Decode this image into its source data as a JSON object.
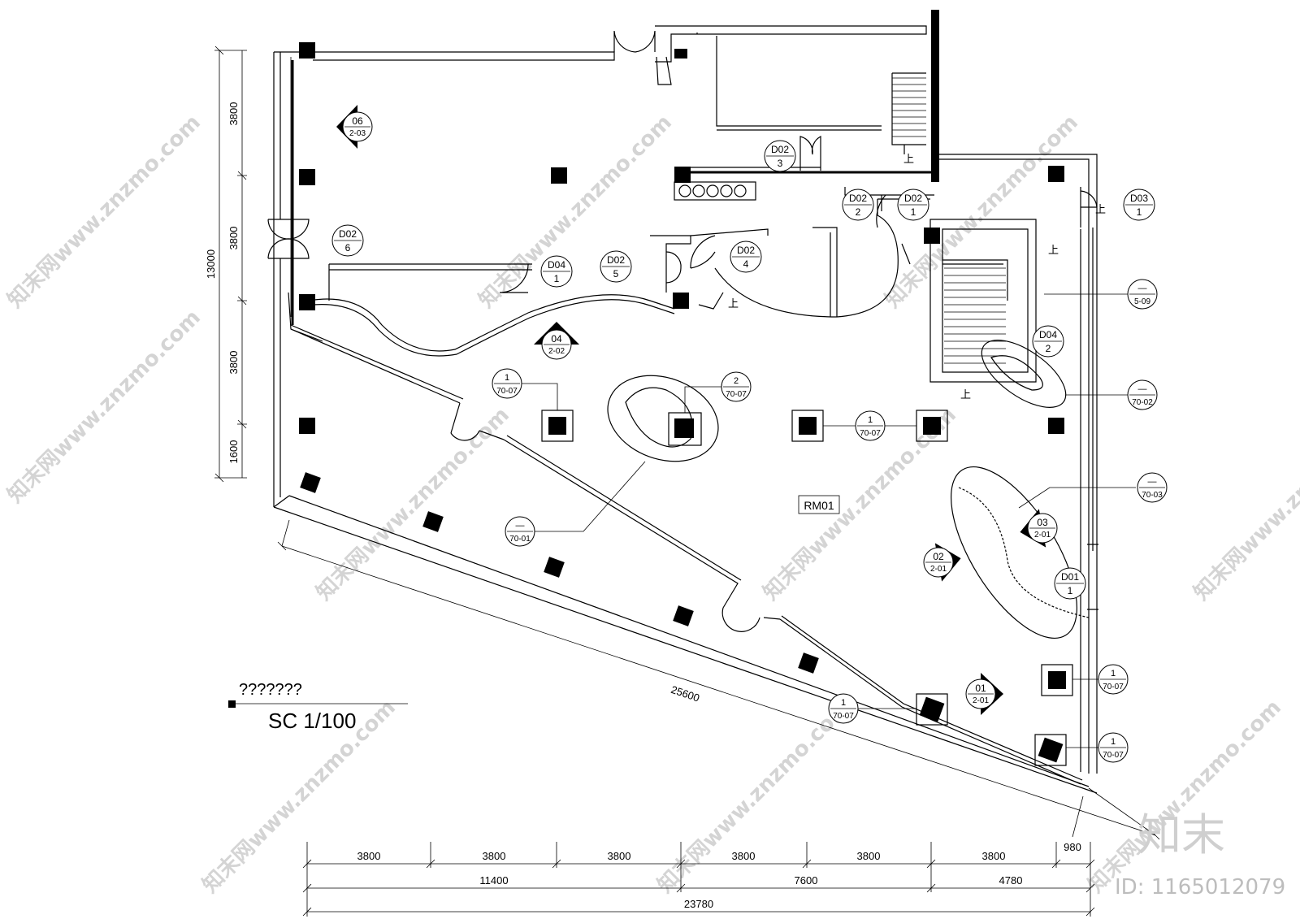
{
  "title_block": {
    "title": "???????",
    "scale": "SC 1/100"
  },
  "room_label": "RM01",
  "dimensions": {
    "left_total": "13000",
    "left_segments": [
      "3800",
      "3800",
      "3800",
      "1600"
    ],
    "bottom_row1": [
      "3800",
      "3800",
      "3800",
      "3800",
      "3800",
      "3800",
      "980"
    ],
    "bottom_row2": [
      "11400",
      "7600",
      "4780"
    ],
    "bottom_total": "23780",
    "diagonal": "25600"
  },
  "elevation_markers": [
    {
      "top": "06",
      "bottom": "2-03"
    },
    {
      "top": "04",
      "bottom": "2-02"
    },
    {
      "top": "03",
      "bottom": "2-01"
    },
    {
      "top": "02",
      "bottom": "2-01"
    },
    {
      "top": "01",
      "bottom": "2-01"
    }
  ],
  "door_tags": [
    {
      "top": "D02",
      "bottom": "3"
    },
    {
      "top": "D02",
      "bottom": "2"
    },
    {
      "top": "D02",
      "bottom": "1"
    },
    {
      "top": "D03",
      "bottom": "1"
    },
    {
      "top": "D02",
      "bottom": "6"
    },
    {
      "top": "D04",
      "bottom": "1"
    },
    {
      "top": "D02",
      "bottom": "5"
    },
    {
      "top": "D02",
      "bottom": "4"
    },
    {
      "top": "D04",
      "bottom": "2"
    },
    {
      "top": "D01",
      "bottom": "1"
    }
  ],
  "detail_tags": [
    {
      "top": "1",
      "bottom": "70-07"
    },
    {
      "top": "2",
      "bottom": "70-07"
    },
    {
      "top": "1",
      "bottom": "70-07"
    },
    {
      "top": "—",
      "bottom": "70-01"
    },
    {
      "top": "—",
      "bottom": "5-09"
    },
    {
      "top": "—",
      "bottom": "70-02"
    },
    {
      "top": "—",
      "bottom": "70-03"
    },
    {
      "top": "1",
      "bottom": "70-07"
    },
    {
      "top": "1",
      "bottom": "70-07"
    },
    {
      "top": "1",
      "bottom": "70-07"
    }
  ],
  "stair_up_label": "上",
  "watermark": {
    "text": "知末网www.znzmo.com",
    "brand": "知末",
    "id_text": "ID: 1165012079"
  }
}
